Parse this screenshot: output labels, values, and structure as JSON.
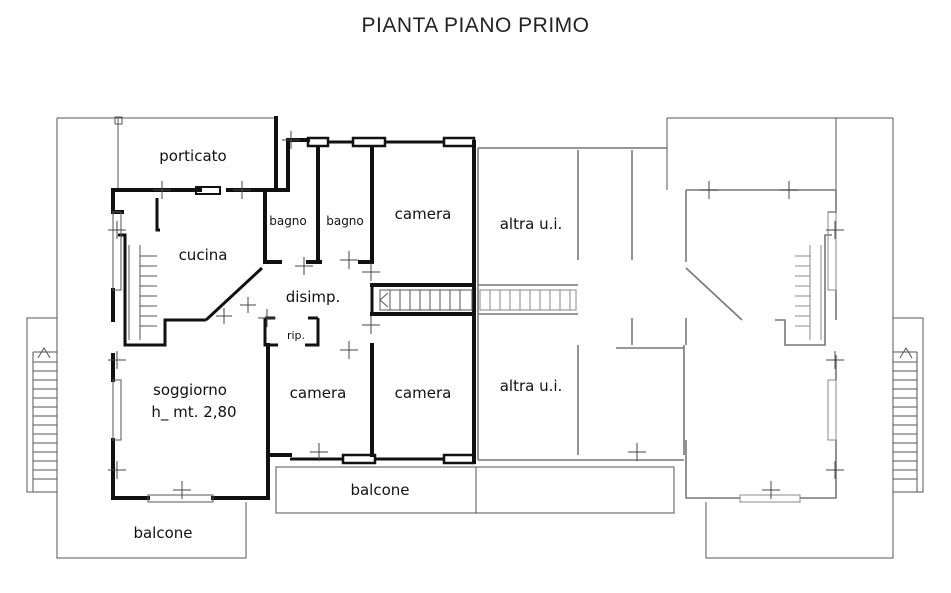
{
  "title": "PIANTA  PIANO PRIMO",
  "rooms": {
    "porticato": "porticato",
    "bagno_1": "bagno",
    "bagno_2": "bagno",
    "camera_top": "camera",
    "cucina": "cucina",
    "disimp": "disimp.",
    "rip": "rip.",
    "soggiorno": "soggiorno",
    "soggiorno_height": "h_ mt. 2,80",
    "camera_bottom_left": "camera",
    "camera_bottom_right": "camera",
    "balcone_center": "balcone",
    "balcone_left": "balcone",
    "altra_ui_top": "altra u.i.",
    "altra_ui_bottom": "altra u.i."
  }
}
